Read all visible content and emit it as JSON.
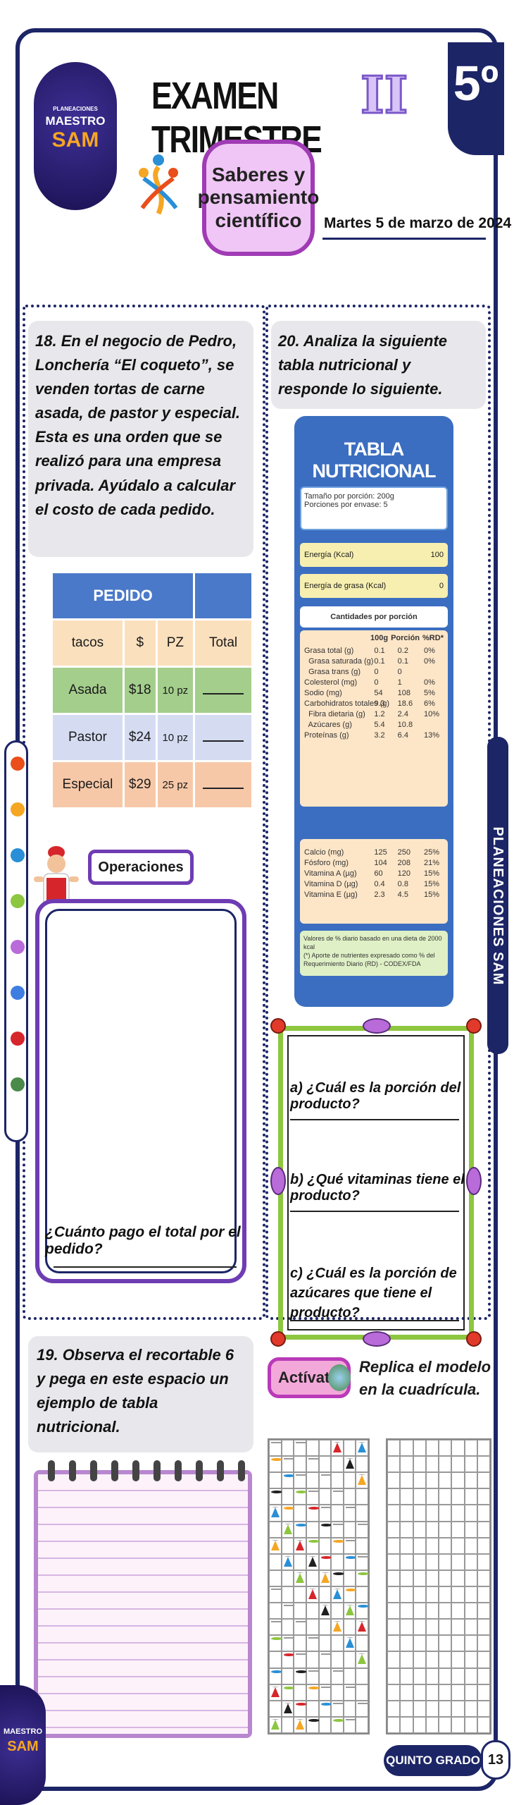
{
  "header": {
    "title": "EXAMEN TRIMESTRE",
    "roman": "II",
    "grade": "5º",
    "logo_small": "PLANEACIONES",
    "logo_main": "MAESTRO",
    "logo_sub": "SAM",
    "subject": "Saberes y pensamiento científico",
    "date": "Martes 5 de marzo de 2024"
  },
  "q18": {
    "text": "18. En el negocio de Pedro, Lonchería “El coqueto”, se venden tortas de carne asada, de pastor y especial. Esta es una orden que se realizó para una empresa privada. Ayúdalo a calcular el costo de cada pedido.",
    "table_title": "PEDIDO",
    "headers": [
      "tacos",
      "$",
      "PZ",
      "Total"
    ],
    "rows": [
      {
        "item": "Asada",
        "price": "$18",
        "qty": "10 pz"
      },
      {
        "item": "Pastor",
        "price": "$24",
        "qty": "10 pz"
      },
      {
        "item": "Especial",
        "price": "$29",
        "qty": "25 pz"
      }
    ],
    "operations_label": "Operaciones",
    "total_question": "¿Cuánto pago el total por el pedido?"
  },
  "q19": {
    "text": "19. Observa el recortable 6 y pega en este espacio un ejemplo de tabla nutricional."
  },
  "q20": {
    "text": "20. Analiza la siguiente tabla nutricional y responde lo siguiente.",
    "table": {
      "title": "TABLA NUTRICIONAL",
      "portion": "Tamaño por porción: 200g",
      "portions_per_pack": "Porciones por envase: 5",
      "energy_label": "Energía (Kcal)",
      "energy_value": "100",
      "fat_energy_label": "Energía de grasa (Kcal)",
      "fat_energy_value": "0",
      "per_portion": "Cantidades por porción",
      "col_100g": "100g",
      "col_portion": "Porción",
      "col_rdi": "%RD*",
      "rows": [
        [
          "Grasa total (g)",
          "0.1",
          "0.2",
          "0%"
        ],
        [
          "  Grasa saturada (g)",
          "0.1",
          "0.1",
          "0%"
        ],
        [
          "  Grasa trans (g)",
          "0",
          "0",
          ""
        ],
        [
          "Colesterol (mg)",
          "0",
          "1",
          "0%"
        ],
        [
          "Sodio (mg)",
          "54",
          "108",
          "5%"
        ],
        [
          "Carbohidratos totales (g)",
          "9.3",
          "18.6",
          "6%"
        ],
        [
          "  Fibra dietaria (g)",
          "1.2",
          "2.4",
          "10%"
        ],
        [
          "  Azúcares (g)",
          "5.4",
          "10.8",
          ""
        ],
        [
          "Proteínas (g)",
          "3.2",
          "6.4",
          "13%"
        ]
      ],
      "minerals": [
        [
          "Calcio (mg)",
          "125",
          "250",
          "25%"
        ],
        [
          "Fósforo (mg)",
          "104",
          "208",
          "21%"
        ],
        [
          "Vitamina A (µg)",
          "60",
          "120",
          "15%"
        ],
        [
          "Vitamina D (µg)",
          "0.4",
          "0.8",
          "15%"
        ],
        [
          "Vitamina E (µg)",
          "2.3",
          "4.5",
          "15%"
        ]
      ],
      "footnote1": "Valores de % diario basado en una dieta de 2000 kcal",
      "footnote2": "(*) Aporte de nutrientes expresado como % del Requerimiento Diario (RD) - CODEX/FDA"
    },
    "questions": [
      "a) ¿Cuál es la porción del producto?",
      "b) ¿Qué vitaminas tiene el producto?",
      "c) ¿Cuál es la porción de azúcares que tiene el producto?"
    ]
  },
  "activity": {
    "badge": "Actívate",
    "text": "Replica el modelo en la cuadrícula."
  },
  "sidebar_brand": "PLANEACIONES SAM",
  "footer": {
    "grade": "QUINTO GRADO",
    "page": "13"
  },
  "colors": {
    "navy": "#1c2566",
    "purple": "#6e3cb3",
    "blue_table": "#4a79c9",
    "green": "#8dc63f"
  }
}
